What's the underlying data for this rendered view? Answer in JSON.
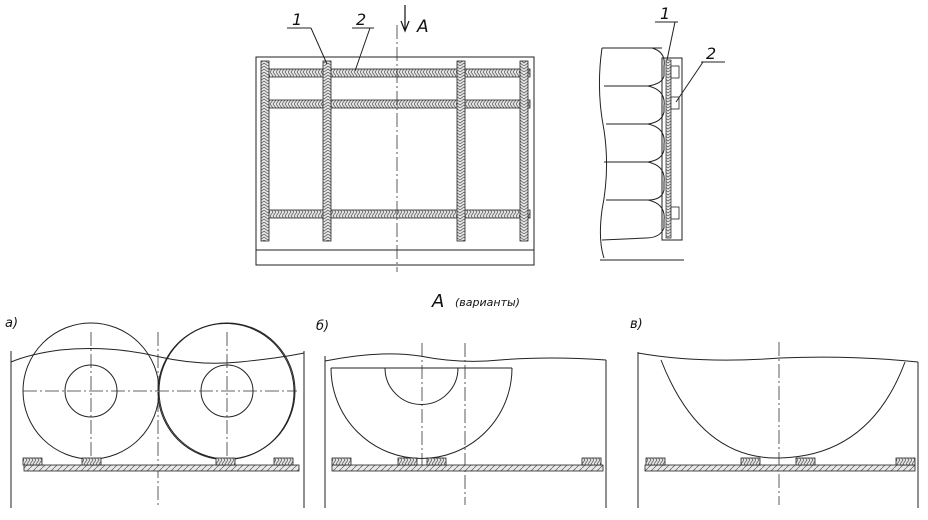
{
  "labels": {
    "callout_1_top": "1",
    "callout_2_top": "2",
    "view_arrow": "A",
    "callout_1_side": "1",
    "callout_2_side": "2",
    "section_title": "A",
    "section_subtitle": "(варианты)",
    "variant_a": "а)",
    "variant_b": "б)",
    "variant_v": "в)"
  },
  "colors": {
    "line": "#222222",
    "hatch": "#555555"
  }
}
